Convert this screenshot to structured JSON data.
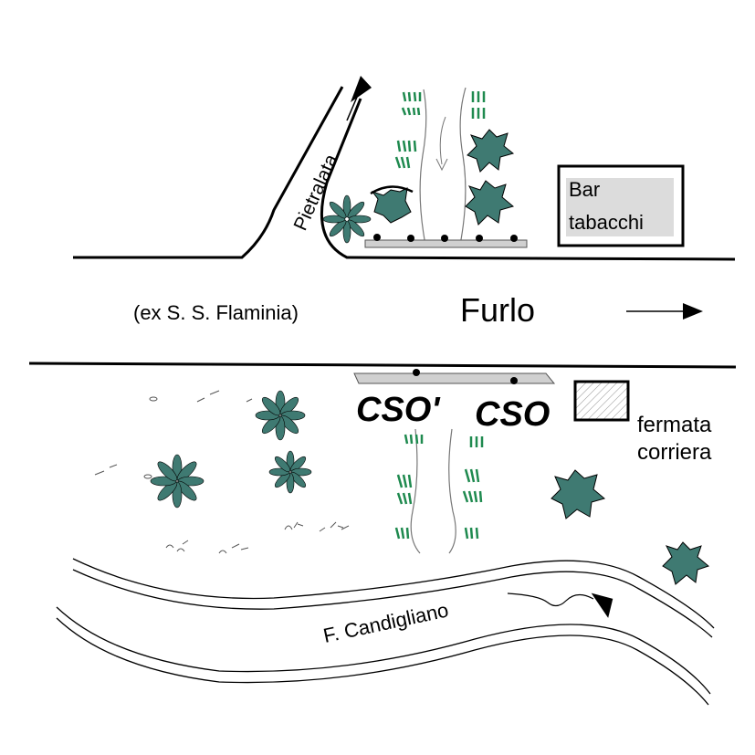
{
  "labels": {
    "side_road": "Pietralata",
    "main_road_old_name": "(ex S. S. Flaminia)",
    "destination": "Furlo",
    "bar_line1": "Bar",
    "bar_line2": "tabacchi",
    "site_1": "CSO'",
    "site_2": "CSO",
    "bus_stop_line1": "fermata",
    "bus_stop_line2": "corriera",
    "river": "F. Candigliano"
  },
  "colors": {
    "vegetation": "#3f7a72",
    "grass": "#1f8a4f",
    "platform_fill": "#d0d0d0",
    "bar_shading": "#dcdcdc"
  }
}
